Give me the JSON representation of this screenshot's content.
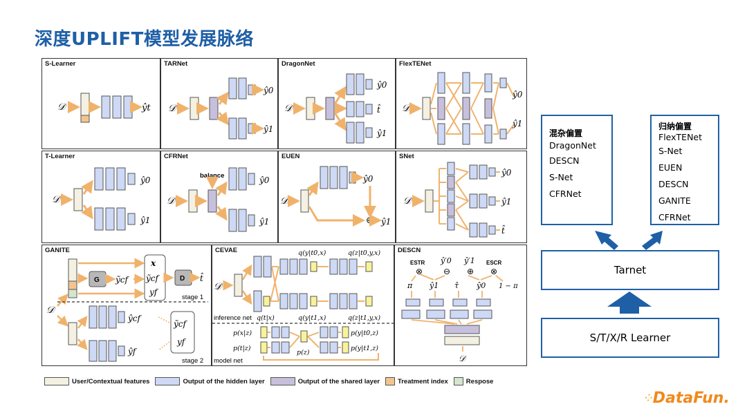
{
  "title": "深度UPLIFT模型发展脉络",
  "panels": {
    "s_learner": "S-Learner",
    "tarnet": "TARNet",
    "dragonnet": "DragonNet",
    "flextenet": "FlexTENet",
    "t_learner": "T-Learner",
    "cfrnet": "CFRNet",
    "euen": "EUEN",
    "snet": "SNet",
    "ganite": "GANITE",
    "cevae": "CEVAE",
    "descn": "DESCN"
  },
  "labels": {
    "D": "𝒟",
    "yt": "ŷt",
    "y0": "ŷ0",
    "y1": "ŷ1",
    "t_hat": "t̂",
    "balance": "balance",
    "g": "G",
    "d": "D",
    "ycf_tilde": "ỹcf",
    "x": "x",
    "yf": "yf",
    "stage1": "stage 1",
    "stage2": "stage 2",
    "ycf_hat": "ŷcf",
    "yf_hat": "ŷf",
    "inference_net": "inference net",
    "model_net": "model net",
    "q_y_t0_x": "q(y|t0,x)",
    "q_z_t0_y_x": "q(z|t0,y,x)",
    "q_t_x": "q(t|x)",
    "q_y_t1_x": "q(y|t1,x)",
    "q_z_t1_y_x": "q(z|t1,y,x)",
    "p_x_z": "p(x|z)",
    "p_t_z": "p(t|z)",
    "p_z": "p(z)",
    "p_y_t0_z": "p(y|t0,z)",
    "p_y_t1_z": "p(y|t1,z)",
    "estr": "ESTR",
    "escr": "ESCR",
    "y0p": "ŷ′0",
    "y1p": "ŷ′1",
    "pi": "π",
    "one_minus_pi": "1 − π",
    "tau_hat": "τ̂",
    "otimes": "⊗",
    "ominus": "⊖",
    "oplus": "⊕"
  },
  "legend": {
    "user_features": "User/Contextual features",
    "hidden_layer": "Output of the hidden layer",
    "shared_layer": "Output of the shared layer",
    "treatment_index": "Treatment index",
    "respose": "Respose"
  },
  "colors": {
    "user": "#f4f1e2",
    "hidden": "#cdd9f5",
    "shared": "#c7c0dc",
    "treatment": "#f2c48f",
    "response": "#d7e5cf",
    "arrow": "#f0b26b",
    "yellow": "#f8f39a",
    "brand_blue": "#1f5fa6",
    "logo_orange": "#f08a1c"
  },
  "right": {
    "confounding_title": "混杂偏置",
    "confounding_items": [
      "DragonNet",
      "DESCN",
      "S-Net",
      "CFRNet"
    ],
    "inductive_title": "归纳偏置",
    "inductive_items": [
      "FlexTENet",
      "S-Net",
      "EUEN",
      "DESCN",
      "GANITE",
      "CFRNet"
    ],
    "tarnet": "Tarnet",
    "learner": "S/T/X/R Learner"
  },
  "logo": "DataFun."
}
